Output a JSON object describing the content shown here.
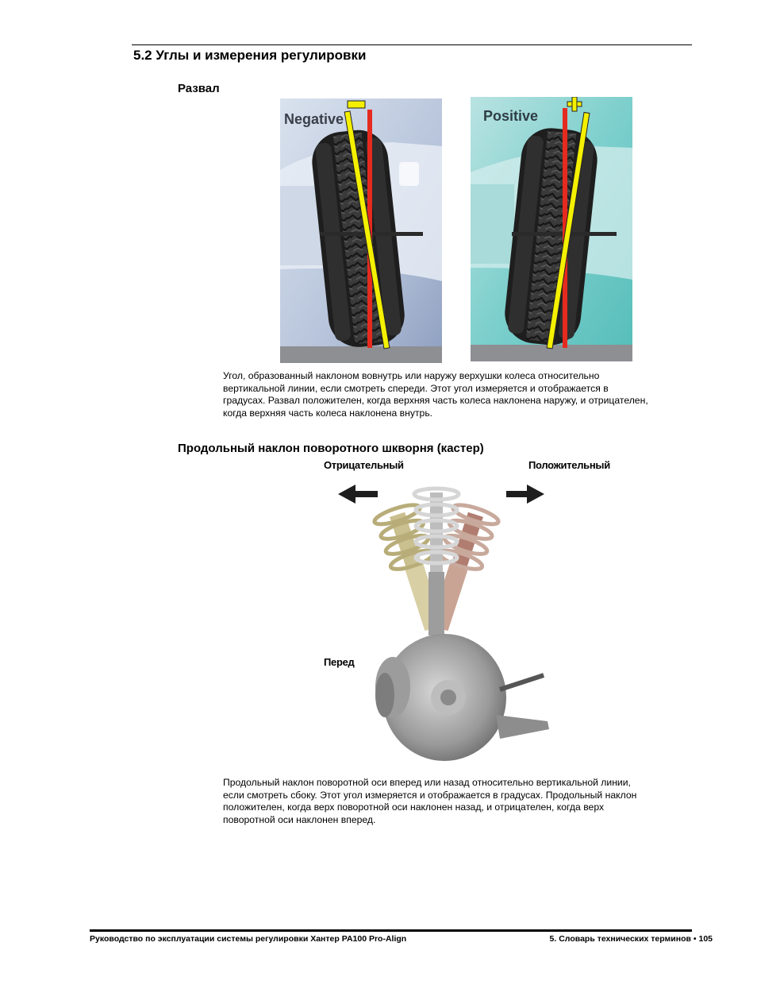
{
  "section": {
    "title": "5.2 Углы и измерения регулировки"
  },
  "camber": {
    "heading": "Развал",
    "image": {
      "left_label": "Negative",
      "right_label": "Positive",
      "minus_sign": "−",
      "plus_sign": "+"
    },
    "description": [
      "Угол, образованный наклоном вовнутрь или наружу верхушки колеса относительно",
      "вертикальной линии, если смотреть спереди. Этот угол измеряется и отображается в",
      "градусах. Развал положителен, когда верхняя часть колеса наклонена наружу, и отрицателен,",
      "когда верхняя часть колеса наклонена внутрь."
    ]
  },
  "caster": {
    "heading": "Продольный наклон поворотного шкворня (кастер)",
    "figure": {
      "negative_label": "Отрицательный",
      "positive_label": "Положительный",
      "front_label": "Перед"
    },
    "description": [
      "Продольный наклон поворотной оси вперед или назад относительно вертикальной линии,",
      "если смотреть сбоку. Этот угол измеряется и отображается в градусах. Продольный наклон",
      "положителен, когда верх поворотной оси наклонен назад, и отрицателен, когда верх",
      "поворотной оси наклонен вперед."
    ]
  },
  "footer": {
    "left": "Руководство по эксплуатации системы регулировки Хантер PA100 Pro-Align",
    "right": "5. Словарь технических терминов • 105"
  },
  "colors": {
    "vertical_line": "#e52b1f",
    "tilt_line": "#f4f000",
    "negative_bg": "#b9c6dc",
    "positive_bg": "#5fc2c0"
  }
}
